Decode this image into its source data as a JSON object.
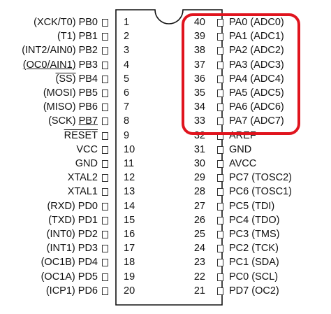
{
  "left_pins": [
    {
      "num": "1",
      "name": "PB0",
      "alt": "(XCK/T0)"
    },
    {
      "num": "2",
      "name": "PB1",
      "alt": "(T1)"
    },
    {
      "num": "3",
      "name": "PB2",
      "alt": "(INT2/AIN0)"
    },
    {
      "num": "4",
      "name": "PB3",
      "alt": "(OC0/AIN1)"
    },
    {
      "num": "5",
      "name": "PB4",
      "alt": "(SS)"
    },
    {
      "num": "6",
      "name": "PB5",
      "alt": "(MOSI)"
    },
    {
      "num": "7",
      "name": "PB6",
      "alt": "(MISO)"
    },
    {
      "num": "8",
      "name": "PB7",
      "alt": "(SCK)"
    },
    {
      "num": "9",
      "name": "RESET",
      "alt": ""
    },
    {
      "num": "10",
      "name": "VCC",
      "alt": ""
    },
    {
      "num": "11",
      "name": "GND",
      "alt": ""
    },
    {
      "num": "12",
      "name": "XTAL2",
      "alt": ""
    },
    {
      "num": "13",
      "name": "XTAL1",
      "alt": ""
    },
    {
      "num": "14",
      "name": "PD0",
      "alt": "(RXD)"
    },
    {
      "num": "15",
      "name": "PD1",
      "alt": "(TXD)"
    },
    {
      "num": "16",
      "name": "PD2",
      "alt": "(INT0)"
    },
    {
      "num": "17",
      "name": "PD3",
      "alt": "(INT1)"
    },
    {
      "num": "18",
      "name": "PD4",
      "alt": "(OC1B)"
    },
    {
      "num": "19",
      "name": "PD5",
      "alt": "(OC1A)"
    },
    {
      "num": "20",
      "name": "PD6",
      "alt": "(ICP1)"
    }
  ],
  "right_pins": [
    {
      "num": "40",
      "name": "PA0",
      "alt": "(ADC0)"
    },
    {
      "num": "39",
      "name": "PA1",
      "alt": "(ADC1)"
    },
    {
      "num": "38",
      "name": "PA2",
      "alt": "(ADC2)"
    },
    {
      "num": "37",
      "name": "PA3",
      "alt": "(ADC3)"
    },
    {
      "num": "36",
      "name": "PA4",
      "alt": "(ADC4)"
    },
    {
      "num": "35",
      "name": "PA5",
      "alt": "(ADC5)"
    },
    {
      "num": "34",
      "name": "PA6",
      "alt": "(ADC6)"
    },
    {
      "num": "33",
      "name": "PA7",
      "alt": "(ADC7)"
    },
    {
      "num": "32",
      "name": "AREF",
      "alt": ""
    },
    {
      "num": "31",
      "name": "GND",
      "alt": ""
    },
    {
      "num": "30",
      "name": "AVCC",
      "alt": ""
    },
    {
      "num": "29",
      "name": "PC7",
      "alt": "(TOSC2)"
    },
    {
      "num": "28",
      "name": "PC6",
      "alt": "(TOSC1)"
    },
    {
      "num": "27",
      "name": "PC5",
      "alt": "(TDI)"
    },
    {
      "num": "26",
      "name": "PC4",
      "alt": "(TDO)"
    },
    {
      "num": "25",
      "name": "PC3",
      "alt": "(TMS)"
    },
    {
      "num": "24",
      "name": "PC2",
      "alt": "(TCK)"
    },
    {
      "num": "23",
      "name": "PC1",
      "alt": "(SDA)"
    },
    {
      "num": "22",
      "name": "PC0",
      "alt": "(SCL)"
    },
    {
      "num": "21",
      "name": "PD7",
      "alt": "(OC2)"
    }
  ],
  "highlight_color": "#e0141e"
}
